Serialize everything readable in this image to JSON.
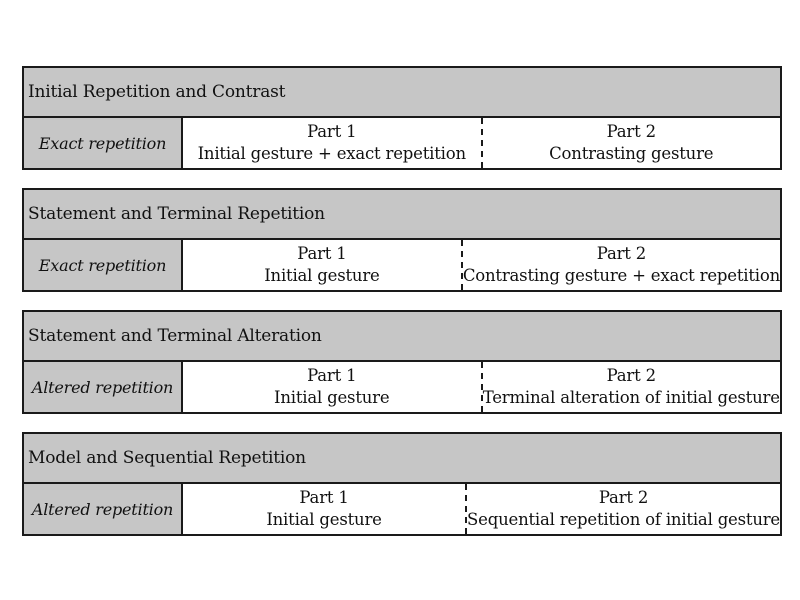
{
  "blocks": [
    {
      "title": "Initial Repetition and Contrast",
      "type": "Exact repetition",
      "part1": {
        "label": "Part 1",
        "text": "Initial gesture + exact repetition"
      },
      "part2": {
        "label": "Part 2",
        "text": "Contrasting gesture"
      }
    },
    {
      "title": "Statement and Terminal Repetition",
      "type": "Exact repetition",
      "part1": {
        "label": "Part 1",
        "text": "Initial gesture"
      },
      "part2": {
        "label": "Part 2",
        "text": "Contrasting gesture + exact repetition"
      }
    },
    {
      "title": "Statement and Terminal Alteration",
      "type": "Altered repetition",
      "part1": {
        "label": "Part 1",
        "text": "Initial gesture"
      },
      "part2": {
        "label": "Part 2",
        "text": "Terminal alteration of initial gesture"
      }
    },
    {
      "title": "Model and Sequential Repetition",
      "type": "Altered repetition",
      "part1": {
        "label": "Part 1",
        "text": "Initial gesture"
      },
      "part2": {
        "label": "Part 2",
        "text": "Sequential repetition of initial gesture"
      }
    }
  ]
}
